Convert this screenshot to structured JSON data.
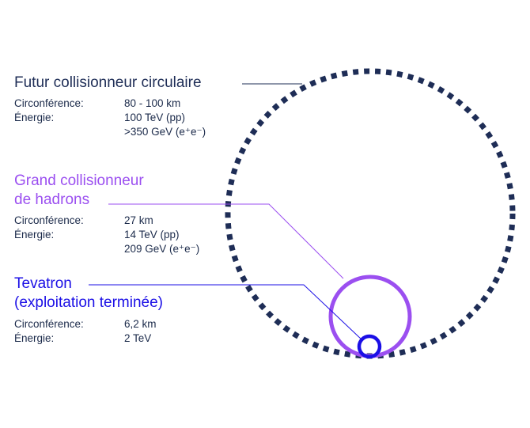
{
  "colors": {
    "fcc": "#1e2d56",
    "lhc": "#9b4ff0",
    "tevatron": "#1b0fe6",
    "text": "#1b2a4a"
  },
  "colliders": [
    {
      "id": "fcc",
      "title_lines": [
        "Futur collisionneur circulaire"
      ],
      "rows": [
        {
          "label": "Circonférence:",
          "value": "80 - 100 km"
        },
        {
          "label": "Énergie:",
          "value": "100 TeV (pp)"
        },
        {
          "label": "",
          "value": ">350 GeV (e⁺e⁻)"
        }
      ]
    },
    {
      "id": "lhc",
      "title_lines": [
        "Grand collisionneur",
        "de hadrons"
      ],
      "rows": [
        {
          "label": "Circonférence:",
          "value": "27 km"
        },
        {
          "label": "Énergie:",
          "value": "14 TeV (pp)"
        },
        {
          "label": "",
          "value": "209 GeV (e⁺e⁻)"
        }
      ]
    },
    {
      "id": "tevatron",
      "title_lines": [
        "Tevatron",
        "(exploitation terminée)"
      ],
      "rows": [
        {
          "label": "Circonférence:",
          "value": "6,2 km"
        },
        {
          "label": "Énergie:",
          "value": "2 TeV"
        }
      ]
    }
  ]
}
